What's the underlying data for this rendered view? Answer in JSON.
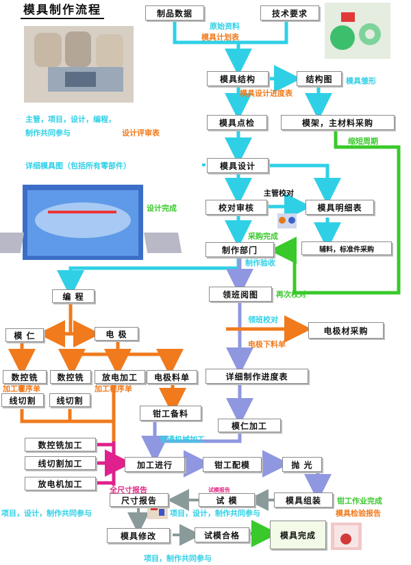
{
  "title": "模具制作流程",
  "nodes": {
    "product_data": "制品数据",
    "tech_req": "技术要求",
    "mold_structure": "模具结构",
    "structure_drawing": "结构图",
    "mold_check": "模具点检",
    "mold_frame_purchase": "模架，主材料采购",
    "mold_design": "模具设计",
    "proof_review": "校对审核",
    "mold_bom": "模具明细表",
    "manufacturing_dept": "制作部门",
    "aux_purchase": "辅料，标准件采购",
    "programming": "编 程",
    "team_review": "领班阅图",
    "core": "模 仁",
    "electrode": "电 极",
    "electrode_purchase": "电极材采购",
    "cnc": "数控铣",
    "cnc2": "数控铣",
    "edm": "放电加工",
    "electrode_bom": "电极料单",
    "wire_cut": "线切割",
    "wire_cut2": "线切割",
    "detail_schedule": "详细制作进度表",
    "fitter_prep": "钳工备料",
    "core_machining": "模仁加工",
    "cnc_machining": "数控铣加工",
    "wire_machining": "线切割加工",
    "edm_machining": "放电机加工",
    "machining_progress": "加工进行",
    "fitter_assembly": "钳工配模",
    "polish": "抛 光",
    "mold_assembly": "模具组装",
    "trial_mold": "试 模",
    "dimension_report": "尺寸报告",
    "mold_modify": "模具修改",
    "trial_pass": "试模合格",
    "mold_complete": "模具完成"
  },
  "labels": {
    "raw_data": "原始资料",
    "mold_plan": "模具计划表",
    "mold_prototype": "模具雏形",
    "design_schedule": "模具设计进度表",
    "participants": "主管，项目，设计，编程，",
    "participants2": "制作共同参与",
    "design_review": "设计评审表",
    "shorten_cycle": "缩短周期",
    "detail_drawing": "详细模具图（包括所有零部件）",
    "supervisor_check": "主管校对",
    "design_done": "设计完成",
    "purchase_done": "采购完成",
    "production_check": "制作验收",
    "recheck": "再次校对",
    "team_check": "领班校对",
    "electrode_order": "电极下料单",
    "process_sheet1": "加工程序单",
    "process_sheet2": "加工程序单",
    "general_machining": "普通机械加工",
    "full_dimension_report": "全尺寸报告",
    "trial_report": "试模报告",
    "fitter_done": "钳工作业完成",
    "inspection_report": "模具检验报告",
    "joint1": "项目，设计，制作共同参与",
    "joint2": "项目，设计，制作共同参与",
    "joint3": "项目，制作共同参与"
  },
  "colors": {
    "cyan": "#2fd0e6",
    "orange": "#f07a1c",
    "green": "#39c92a",
    "blue": "#8f97e0",
    "magenta": "#e0208c",
    "gray": "#8a9a9a"
  }
}
